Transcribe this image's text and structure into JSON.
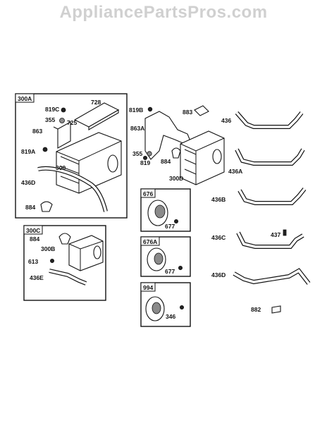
{
  "watermark": "AppliancePartsPros.com",
  "groups": {
    "g300A": "300A",
    "g300C": "300C",
    "g676": "676",
    "g676A": "676A",
    "g994": "994"
  },
  "labels": {
    "p728": "728",
    "p819C": "819C",
    "p355a": "355",
    "p725": "725",
    "p863": "863",
    "p819A": "819A",
    "p300": "300",
    "p436Da": "436D",
    "p884a": "884",
    "p819B": "819B",
    "p883": "883",
    "p863A": "863A",
    "p355b": "355",
    "p819": "819",
    "p884b": "884",
    "p300D": "300D",
    "p436": "436",
    "p436A": "436A",
    "p436B": "436B",
    "p436C": "436C",
    "p437": "437",
    "p436Db": "436D",
    "p882": "882",
    "p677a": "677",
    "p677b": "677",
    "p346": "346",
    "p884c": "884",
    "p300B": "300B",
    "p613": "613",
    "p436E": "436E"
  }
}
